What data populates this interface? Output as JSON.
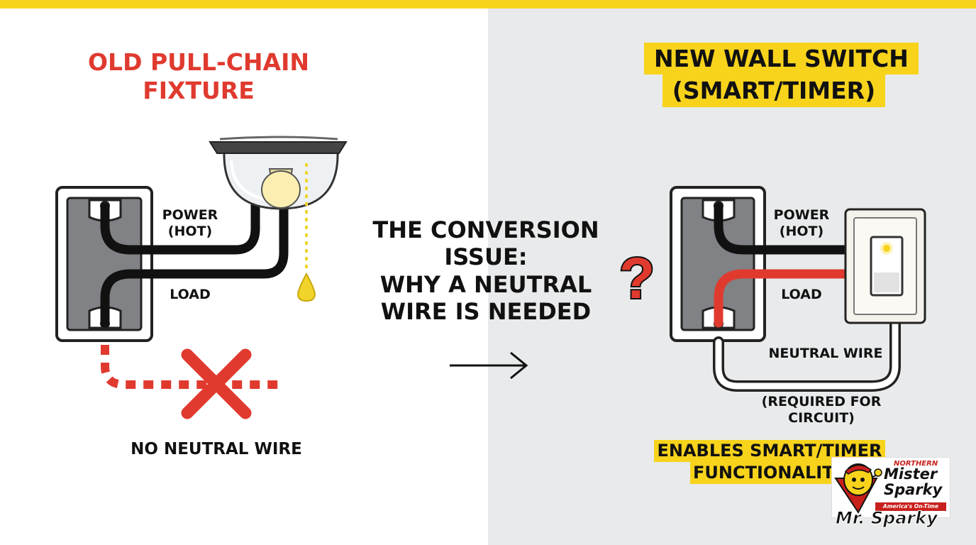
{
  "left_panel": {
    "title_line1": "OLD PULL-CHAIN",
    "title_line2": "FIXTURE",
    "power_label_line1": "POWER",
    "power_label_line2": "(HOT)",
    "load_label": "LOAD",
    "no_neutral_label": "NO NEUTRAL WIRE"
  },
  "center": {
    "line1": "THE CONVERSION",
    "line2": "ISSUE:",
    "line3": "WHY A NEUTRAL",
    "line4": "WIRE IS NEEDED"
  },
  "right_panel": {
    "title_line1": "NEW WALL SWITCH",
    "title_line2": "(SMART/TIMER)",
    "question_mark": "?",
    "power_label_line1": "POWER",
    "power_label_line2": "(HOT)",
    "load_label": "LOAD",
    "neutral_label": "NEUTRAL WIRE",
    "required_line1": "(REQUIRED FOR",
    "required_line2": "CIRCUIT)",
    "enables_line1": "ENABLES SMART/TIMER",
    "enables_line2": "FUNCTIONALITY"
  },
  "logo": {
    "northern": "NORTHERN",
    "mister": "Mister",
    "sparky": "Sparky",
    "tagline": "America's On-Time Electrician",
    "brand": "Mr. Sparky"
  },
  "colors": {
    "accent_yellow": "#f8d31c",
    "accent_red": "#e03a2f",
    "wire_black": "#111111",
    "box_gray": "#808285",
    "bulb_yellow": "#fbeeb0"
  }
}
